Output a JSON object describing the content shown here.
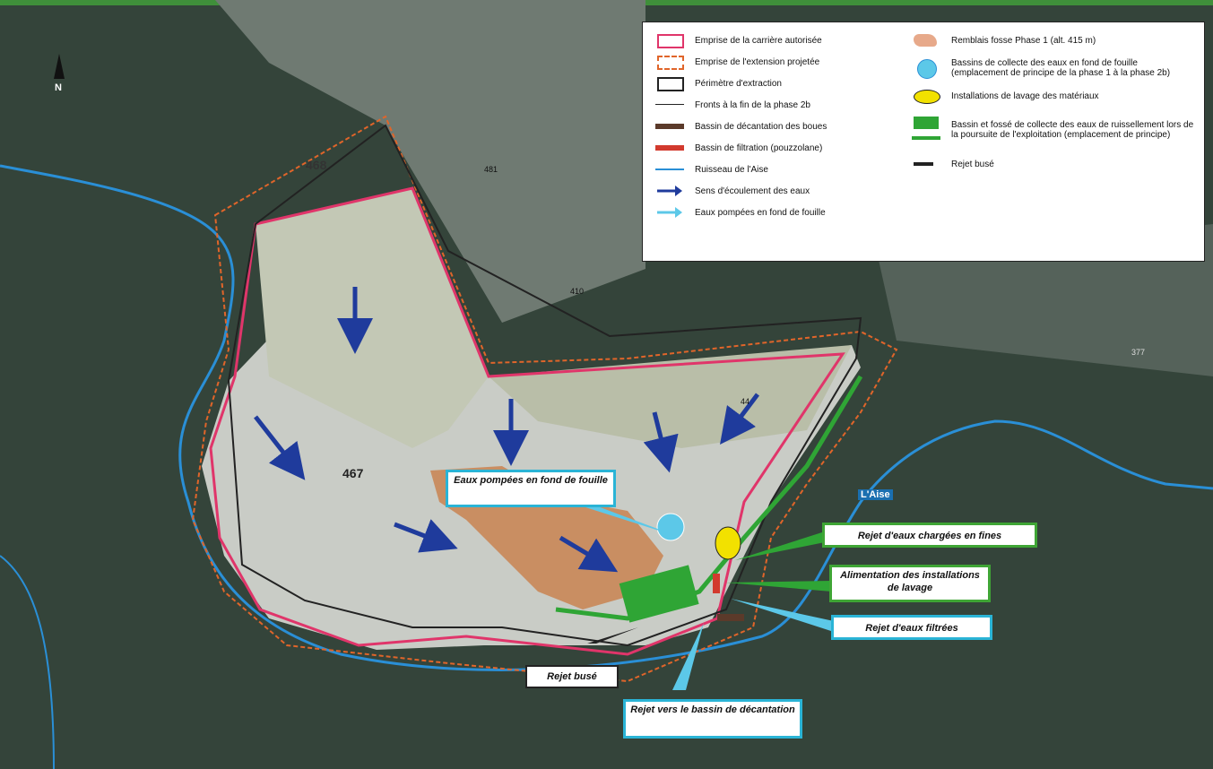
{
  "legend": {
    "left": [
      {
        "label": "Emprise de la carrière autorisée",
        "icon": "pink-outline-rect"
      },
      {
        "label": "Emprise de l'extension projetée",
        "icon": "orange-dashed-rect"
      },
      {
        "label": "Périmètre d'extraction",
        "icon": "black-outline-rect"
      },
      {
        "label": "Fronts à la fin de la phase 2b",
        "icon": "thin-black-line"
      },
      {
        "label": "Bassin de décantation des boues",
        "icon": "brown-bar"
      },
      {
        "label": "Bassin de filtration (pouzzolane)",
        "icon": "red-bar"
      },
      {
        "label": "Ruisseau de l'Aise",
        "icon": "blue-line"
      },
      {
        "label": "Sens d'écoulement des eaux",
        "icon": "dark-blue-arrow"
      },
      {
        "label": "Eaux pompées en fond de fouille",
        "icon": "cyan-arrow"
      }
    ],
    "right": [
      {
        "label": "Remblais fosse Phase 1 (alt. 415 m)",
        "icon": "salmon-blob"
      },
      {
        "label": "Bassins de collecte des eaux en fond de fouille (emplacement de principe de la phase 1 à la phase 2b)",
        "icon": "cyan-circle"
      },
      {
        "label": "Installations de lavage des matériaux",
        "icon": "yellow-ellipse"
      },
      {
        "label": "Bassin et fossé de collecte des eaux de ruissellement lors de la poursuite de l'exploitation (emplacement de principe)",
        "icon": "green-rect-and-line"
      },
      {
        "label": "Rejet busé",
        "icon": "black-bar"
      }
    ]
  },
  "callouts": {
    "eaux_pompees": "Eaux pompées en fond de fouille",
    "rejet_chargees": "Rejet d'eaux chargées en fines",
    "alimentation": "Alimentation des installations de lavage",
    "rejet_filtrees": "Rejet d'eaux filtrées",
    "rejet_buse": "Rejet busé",
    "rejet_vers_bassin": "Rejet vers le bassin de décantation"
  },
  "labels": {
    "river": "L'Aise",
    "parcel_467": "467",
    "parcel_468": "468",
    "parcel_481": "481",
    "parcel_410": "410",
    "parcel_377": "377",
    "parcel_44": "44",
    "north": "N"
  },
  "colors": {
    "authorized": "#e0356a",
    "extension": "#e0652a",
    "perimeter": "#222222",
    "river": "#2a8fd6",
    "flow_arrow": "#1f3b9c",
    "pumped": "#5cc8e8",
    "backfill": "#c98350",
    "wash": "#f2e100",
    "runoff": "#2fa535"
  }
}
